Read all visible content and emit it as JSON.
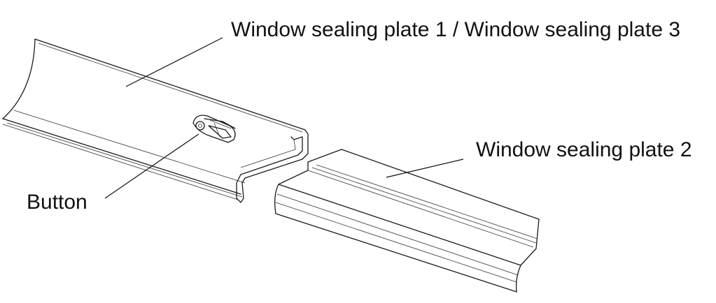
{
  "labels": {
    "plate_1_3": "Window sealing plate 1 / Window sealing plate 3",
    "plate_2": "Window sealing plate 2",
    "button": "Button"
  },
  "colors": {
    "line": "#1a1a1a",
    "text": "#111111",
    "background": "#ffffff"
  }
}
